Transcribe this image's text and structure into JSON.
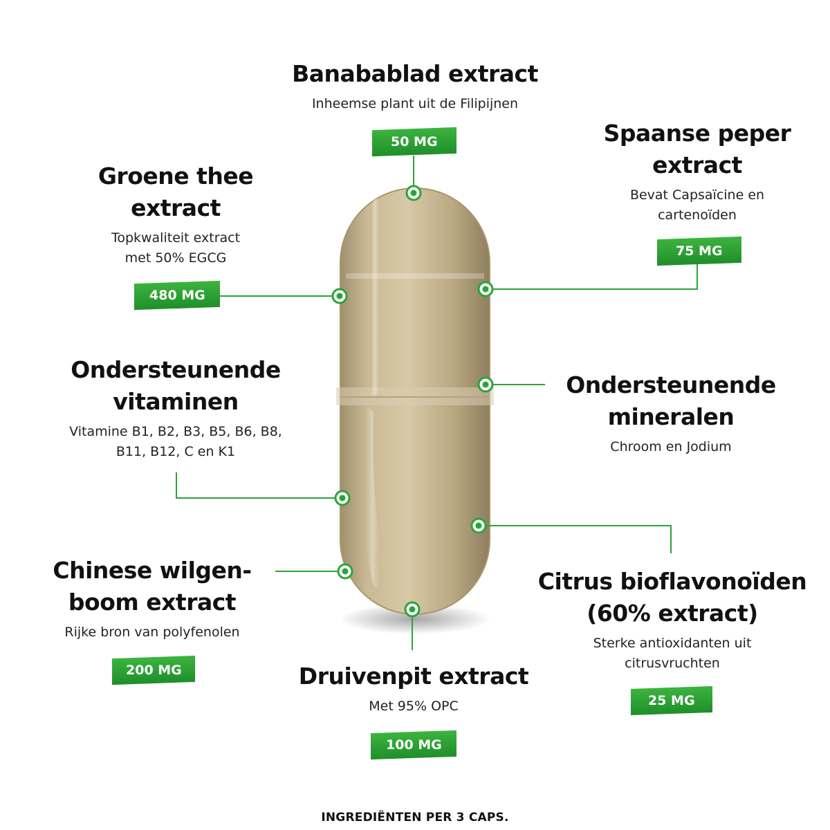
{
  "colors": {
    "accent": "#2aa33a",
    "line": "#2aa33a",
    "capsule_fill": "#c8b897",
    "text": "#111111"
  },
  "ingredients": [
    {
      "heading_lines": [
        "Banabablad extract"
      ],
      "description_lines": [
        "Inheemse plant uit de Filipijnen"
      ],
      "dose": "50 MG"
    },
    {
      "heading_lines": [
        "Spaanse peper",
        "extract"
      ],
      "description_lines": [
        "Bevat Capsaïcine en",
        "cartenoïden"
      ],
      "dose": "75 MG"
    },
    {
      "heading_lines": [
        "Groene thee",
        "extract"
      ],
      "description_lines": [
        "Topkwaliteit extract",
        "met 50% EGCG"
      ],
      "dose": "480 MG"
    },
    {
      "heading_lines": [
        "Ondersteunende",
        "vitaminen"
      ],
      "description_lines": [
        "Vitamine B1, B2, B3, B5, B6, B8,",
        "B11, B12, C en K1"
      ],
      "dose": ""
    },
    {
      "heading_lines": [
        "Ondersteunende",
        "mineralen"
      ],
      "description_lines": [
        "Chroom en Jodium"
      ],
      "dose": ""
    },
    {
      "heading_lines": [
        "Chinese wilgen-",
        "boom extract"
      ],
      "description_lines": [
        "Rijke bron van polyfenolen"
      ],
      "dose": "200 MG"
    },
    {
      "heading_lines": [
        "Citrus bioflavonoïden",
        "(60% extract)"
      ],
      "description_lines": [
        "Sterke antioxidanten uit",
        "citrusvruchten"
      ],
      "dose": "25 MG"
    },
    {
      "heading_lines": [
        "Druivenpit extract"
      ],
      "description_lines": [
        "Met 95% OPC"
      ],
      "dose": "100 MG"
    }
  ],
  "footer": "INGREDIËNTEN PER 3 CAPS.",
  "icons": [
    "capsule-image",
    "connector-dot-icon"
  ]
}
